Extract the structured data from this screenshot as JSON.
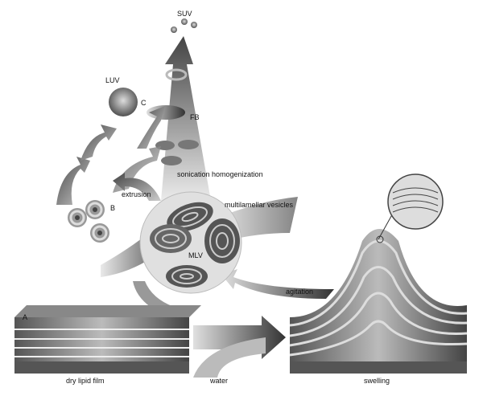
{
  "labels": {
    "suv": "SUV",
    "luv": "LUV",
    "c": "C",
    "fb": "FB",
    "sonication": "sonication homogenization",
    "extrusion": "extrusion",
    "b": "B",
    "mlv_title": "multilamellar vesicles",
    "mlv": "MLV",
    "agitation": "agitation",
    "a": "A",
    "dry_film": "dry lipid film",
    "water": "water",
    "swelling": "swelling"
  },
  "colors": {
    "dark": "#333333",
    "mid": "#888888",
    "light": "#dddddd"
  }
}
